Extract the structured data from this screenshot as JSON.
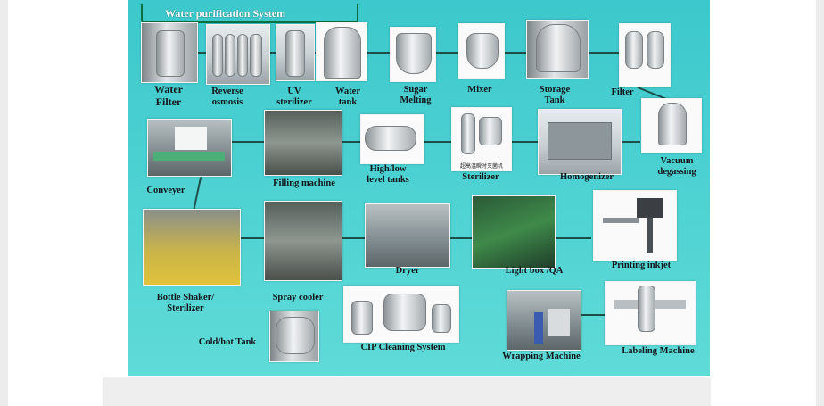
{
  "diagram": {
    "title": "Water purification System",
    "nodes": {
      "water_filter": "Water\nFilter",
      "reverse_osmosis": "Reverse\nosmosis",
      "uv_sterilizer": "UV\nsterilizer",
      "water_tank": "Water\ntank",
      "sugar_melting": "Sugar\nMelting",
      "mixer": "Mixer",
      "storage_tank": "Storage\nTank",
      "filter": "Filter",
      "vacuum_degassing": "Vacuum\ndegassing",
      "homogenizer": "Homogenizer",
      "sterilizer": "Sterilizer",
      "sterilizer_cn": "超高温瞬时灭菌机",
      "high_low_tanks": "High/low\nlevel tanks",
      "filling_machine": "Filling machine",
      "conveyer": "Conveyer",
      "bottle_shaker": "Bottle Shaker/\nSterilizer",
      "spray_cooler": "Spray cooler",
      "dryer": "Dryer",
      "light_box": "Light box /QA",
      "printing_inkjet": "Printing inkjet",
      "cold_hot_tank": "Cold/hot Tank",
      "cip_cleaning": "CIP Cleaning System",
      "wrapping_machine": "Wrapping Machine",
      "labeling_machine": "Labeling Machine"
    }
  }
}
